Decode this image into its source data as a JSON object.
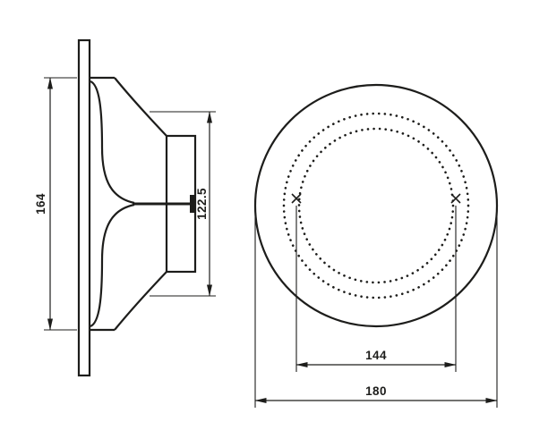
{
  "page": {
    "background": "#ffffff"
  },
  "drawing": {
    "line_color": "#1d1d1b",
    "views": {
      "side": {
        "dimensions": {
          "overall_height": "164",
          "inner_height": "122.5"
        }
      },
      "front": {
        "dimensions": {
          "mounting_distance": "144",
          "outer_diameter": "180"
        }
      }
    }
  }
}
